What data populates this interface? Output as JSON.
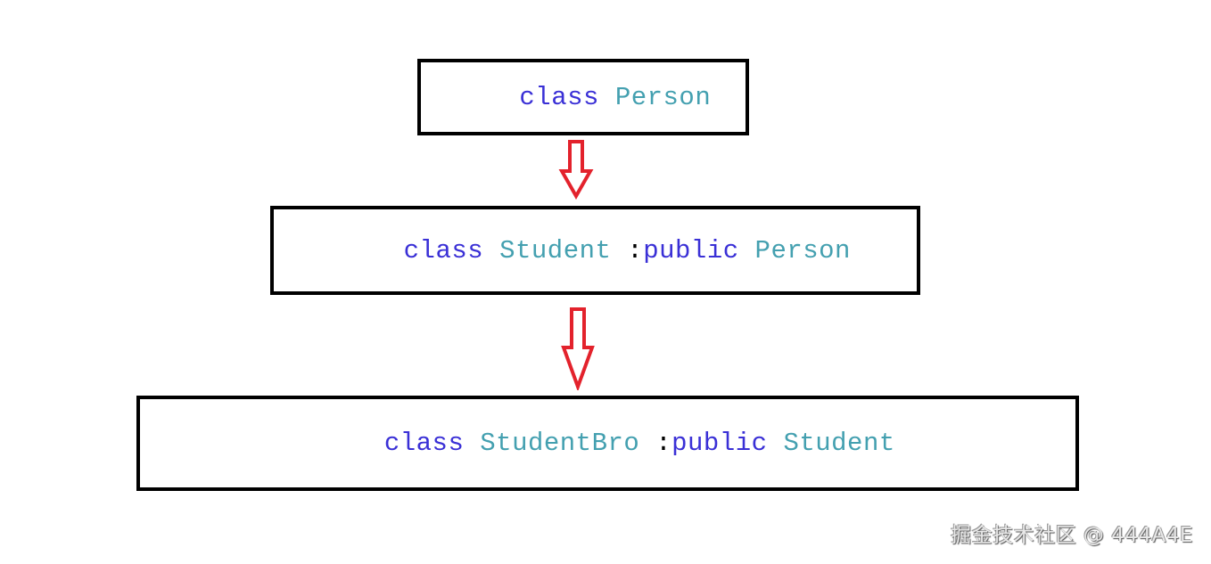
{
  "diagram": {
    "type": "class-inheritance-chain",
    "boxes": [
      {
        "id": "person",
        "tokens": [
          {
            "text": "class",
            "kind": "keyword"
          },
          {
            "text": " ",
            "kind": "space"
          },
          {
            "text": "Person",
            "kind": "type"
          }
        ]
      },
      {
        "id": "student",
        "tokens": [
          {
            "text": "class",
            "kind": "keyword"
          },
          {
            "text": " ",
            "kind": "space"
          },
          {
            "text": "Student",
            "kind": "type"
          },
          {
            "text": " :",
            "kind": "punct"
          },
          {
            "text": "public",
            "kind": "keyword"
          },
          {
            "text": " ",
            "kind": "space"
          },
          {
            "text": "Person",
            "kind": "type"
          }
        ]
      },
      {
        "id": "studentbro",
        "tokens": [
          {
            "text": "class",
            "kind": "keyword"
          },
          {
            "text": " ",
            "kind": "space"
          },
          {
            "text": "StudentBro",
            "kind": "type"
          },
          {
            "text": " :",
            "kind": "punct"
          },
          {
            "text": "public",
            "kind": "keyword"
          },
          {
            "text": " ",
            "kind": "space"
          },
          {
            "text": "Student",
            "kind": "type"
          }
        ]
      }
    ],
    "arrows": [
      {
        "from": "person",
        "to": "student",
        "icon": "down-arrow-icon"
      },
      {
        "from": "student",
        "to": "studentbro",
        "icon": "down-arrow-icon"
      }
    ],
    "colors": {
      "keyword": "#3a30d6",
      "type": "#44a0b0",
      "punct": "#000000",
      "border": "#000000",
      "arrow": "#e3222c"
    }
  },
  "watermark": {
    "text": "掘金技术社区 @ 444A4E"
  }
}
